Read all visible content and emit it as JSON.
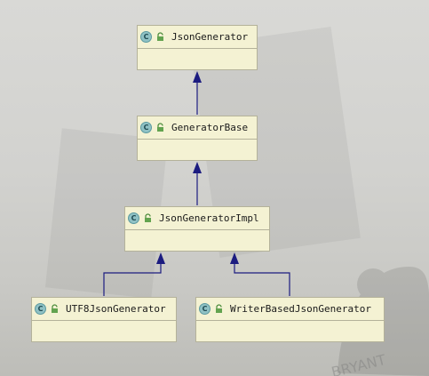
{
  "diagram": {
    "classes": [
      {
        "id": "json-generator",
        "name": "JsonGenerator",
        "kind_badge": "C"
      },
      {
        "id": "generator-base",
        "name": "GeneratorBase",
        "kind_badge": "C"
      },
      {
        "id": "json-generator-impl",
        "name": "JsonGeneratorImpl",
        "kind_badge": "C"
      },
      {
        "id": "utf8-json-generator",
        "name": "UTF8JsonGenerator",
        "kind_badge": "C"
      },
      {
        "id": "writer-based-json-generator",
        "name": "WriterBasedJsonGenerator",
        "kind_badge": "C"
      }
    ],
    "inheritance": [
      {
        "child": "GeneratorBase",
        "parent": "JsonGenerator"
      },
      {
        "child": "JsonGeneratorImpl",
        "parent": "GeneratorBase"
      },
      {
        "child": "UTF8JsonGenerator",
        "parent": "JsonGeneratorImpl"
      },
      {
        "child": "WriterBasedJsonGenerator",
        "parent": "JsonGeneratorImpl"
      }
    ],
    "icons": {
      "class_badge": "class-c-icon",
      "visibility": "lock-icon"
    },
    "colors": {
      "class_fill": "#f4f2d3",
      "class_border": "#b4b29a",
      "edge": "#1c1c80",
      "badge": "#8fc1c4"
    }
  }
}
